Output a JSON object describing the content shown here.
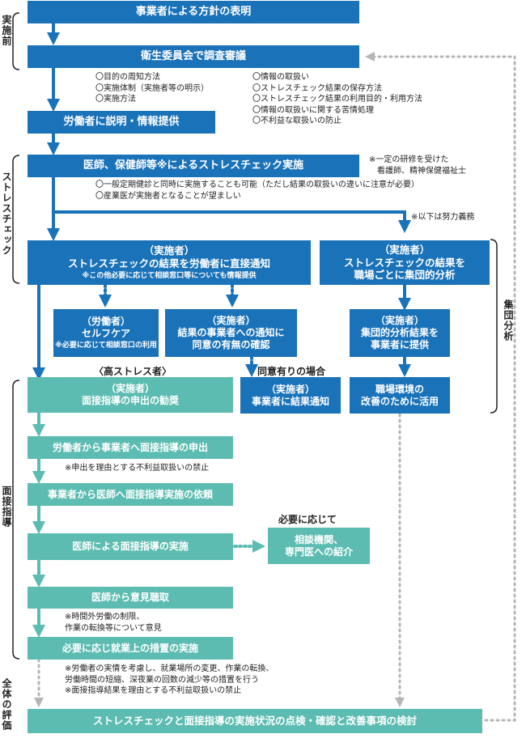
{
  "phases": {
    "before": "実施前",
    "stress_check": "ストレスチェック",
    "interview": "面接指導",
    "overall": "全体の評価",
    "group_analysis": "集団分析"
  },
  "boxes": {
    "policy": "事業者による方針の表明",
    "committee": "衛生委員会で調査審議",
    "explain": "労働者に説明・情報提供",
    "implement": "医師、保健師等※によるストレスチェック実施",
    "direct_notify_role": "（実施者）",
    "direct_notify": "ストレスチェックの結果を労働者に直接通知",
    "direct_notify_sub": "※この他必要に応じて相談窓口等についても情報提供",
    "group_role": "（実施者）",
    "group_line1": "ストレスチェックの結果を",
    "group_line2": "職場ごとに集団的分析",
    "selfcare_role": "（労働者）",
    "selfcare": "セルフケア",
    "selfcare_sub": "※必要に応じて相談窓口の利用",
    "consent_role": "（実施者）",
    "consent_line1": "結果の事業者への通知に",
    "consent_line2": "同意の有無の確認",
    "provide_role": "（実施者）",
    "provide_line1": "集団的分析結果を",
    "provide_line2": "事業者に提供",
    "recommend_role": "（実施者）",
    "recommend": "面接指導の申出の勧奨",
    "notify_role": "（実施者）",
    "notify": "事業者に結果通知",
    "improve_line1": "職場環境の",
    "improve_line2": "改善のために活用",
    "request": "労働者から事業者へ面接指導の申出",
    "ask_doctor": "事業者から医師へ面接指導実施の依頼",
    "doctor_interview": "医師による面接指導の実施",
    "referral_line1": "相談機関、",
    "referral_line2": "専門医への紹介",
    "opinion": "医師から意見聴取",
    "measures": "必要に応じ就業上の措置の実施",
    "review": "ストレスチェックと面接指導の実施状況の点検・確認と改善事項の検討"
  },
  "labels": {
    "high_stress": "〈高ストレス者〉",
    "consent_yes": "同意有りの場合",
    "as_needed": "必要に応じて"
  },
  "notes": {
    "committee_left": [
      "〇目的の周知方法",
      "〇実施体制（実施者等の明示）",
      "〇実施方法"
    ],
    "committee_right": [
      "〇情報の取扱い",
      "〇ストレスチェック結果の保存方法",
      "〇ストレスチェック結果の利用目的・利用方法",
      "〇情報の取扱いに関する苦情処理",
      "〇不利益な取扱いの防止"
    ],
    "trained": [
      "※一定の研修を受けた",
      "看護師、精神保健福祉士"
    ],
    "implement_notes": [
      "〇一般定期健診と同時に実施することも可能（ただし結果の取扱いの違いに注意が必要）",
      "〇産業医が実施者となることが望ましい"
    ],
    "effort": "※以下は努力義務",
    "no_disadvantage_request": "※申出を理由とする不利益取扱いの禁止",
    "opinion_notes": [
      "※時間外労働の制限、",
      "作業の転換等について意見"
    ],
    "measures_notes": [
      "※労働者の実情を考慮し、就業場所の変更、作業の転換、",
      "労働時間の短縮、深夜業の回数の減少等の措置を行う",
      "※面接指導結果を理由とする不利益取扱いの禁止"
    ]
  },
  "colors": {
    "blue": "#1a72b9",
    "teal": "#5cbcb1",
    "gray": "#b5b5b5"
  }
}
